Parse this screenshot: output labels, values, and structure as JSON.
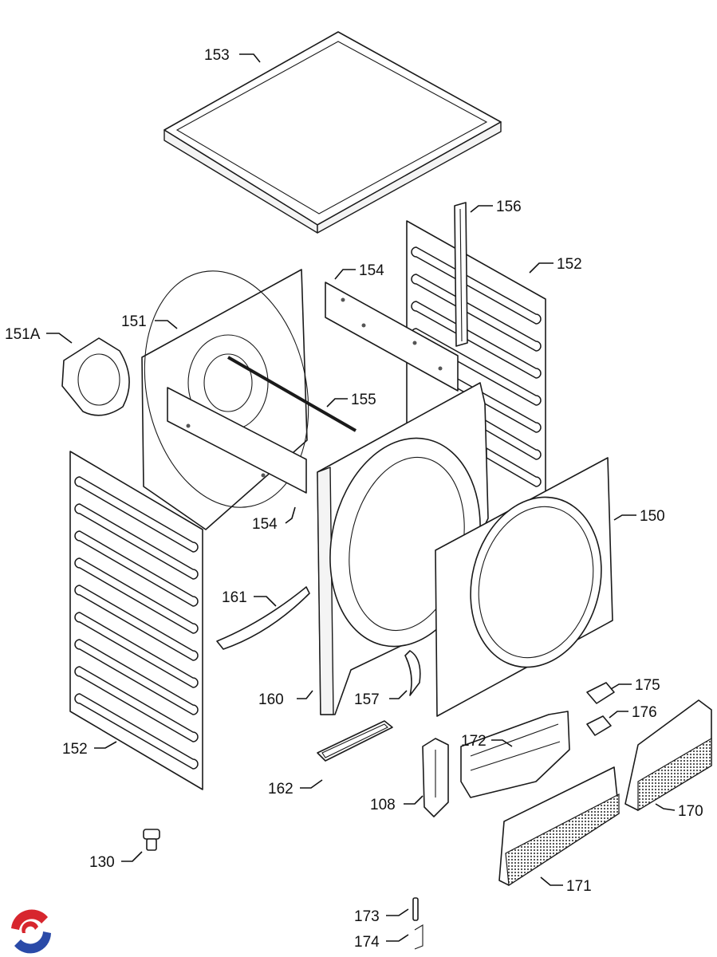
{
  "diagram": {
    "type": "exploded-parts-view",
    "callouts": [
      {
        "id": "c153",
        "label": "153"
      },
      {
        "id": "c156",
        "label": "156"
      },
      {
        "id": "c152a",
        "label": "152"
      },
      {
        "id": "c154a",
        "label": "154"
      },
      {
        "id": "c151",
        "label": "151"
      },
      {
        "id": "c151A",
        "label": "151A"
      },
      {
        "id": "c155",
        "label": "155"
      },
      {
        "id": "c154b",
        "label": "154"
      },
      {
        "id": "c150",
        "label": "150"
      },
      {
        "id": "c161",
        "label": "161"
      },
      {
        "id": "c160",
        "label": "160"
      },
      {
        "id": "c157",
        "label": "157"
      },
      {
        "id": "c175",
        "label": "175"
      },
      {
        "id": "c176",
        "label": "176"
      },
      {
        "id": "c172",
        "label": "172"
      },
      {
        "id": "c152b",
        "label": "152"
      },
      {
        "id": "c162",
        "label": "162"
      },
      {
        "id": "c108",
        "label": "108"
      },
      {
        "id": "c170",
        "label": "170"
      },
      {
        "id": "c171",
        "label": "171"
      },
      {
        "id": "c130",
        "label": "130"
      },
      {
        "id": "c173",
        "label": "173"
      },
      {
        "id": "c174",
        "label": "174"
      }
    ],
    "logo": {
      "icon": "brand-swirl-icon",
      "colors": {
        "red": "#d7262e",
        "blue": "#2a4aa8"
      }
    }
  }
}
